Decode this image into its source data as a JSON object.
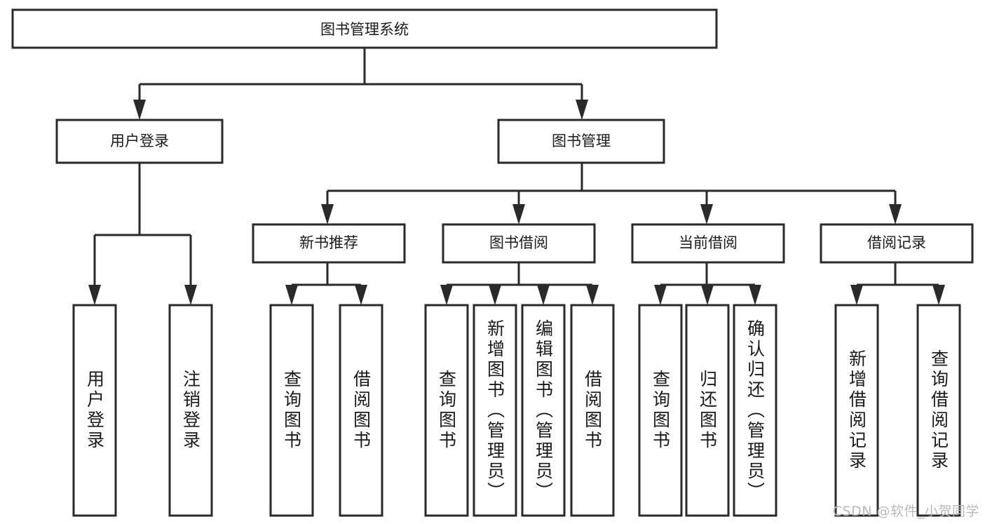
{
  "diagram": {
    "type": "tree",
    "title": "图书管理系统",
    "orientation": "top-down",
    "colors": {
      "box_stroke": "#2a2a2a",
      "box_fill": "#ffffff",
      "connector": "#2a2a2a",
      "text": "#1a1a1a",
      "watermark": "#b9b9b9",
      "background": "#ffffff"
    },
    "levels": {
      "root": {
        "label": "图书管理系统"
      },
      "level2": [
        {
          "id": "user-login",
          "label": "用户登录"
        },
        {
          "id": "book-management",
          "label": "图书管理"
        }
      ],
      "level3": [
        {
          "id": "new-book-recommend",
          "label": "新书推荐",
          "parent": "book-management"
        },
        {
          "id": "book-borrow",
          "label": "图书借阅",
          "parent": "book-management"
        },
        {
          "id": "current-borrow",
          "label": "当前借阅",
          "parent": "book-management"
        },
        {
          "id": "borrow-record",
          "label": "借阅记录",
          "parent": "book-management"
        }
      ],
      "leaves": [
        {
          "id": "leaf-user-login",
          "label": "用户登录",
          "parent": "user-login"
        },
        {
          "id": "leaf-logout-login",
          "label": "注销登录",
          "parent": "user-login"
        },
        {
          "id": "leaf-query-book-1",
          "label": "查询图书",
          "parent": "new-book-recommend"
        },
        {
          "id": "leaf-borrow-book-1",
          "label": "借阅图书",
          "parent": "new-book-recommend"
        },
        {
          "id": "leaf-query-book-2",
          "label": "查询图书",
          "parent": "book-borrow"
        },
        {
          "id": "leaf-add-book",
          "label": "新增图书（管理员）",
          "parent": "book-borrow"
        },
        {
          "id": "leaf-edit-book",
          "label": "编辑图书（管理员）",
          "parent": "book-borrow"
        },
        {
          "id": "leaf-borrow-book-2",
          "label": "借阅图书",
          "parent": "book-borrow"
        },
        {
          "id": "leaf-query-book-3",
          "label": "查询图书",
          "parent": "current-borrow"
        },
        {
          "id": "leaf-return-book",
          "label": "归还图书",
          "parent": "current-borrow"
        },
        {
          "id": "leaf-confirm-return",
          "label": "确认归还（管理员）",
          "parent": "current-borrow"
        },
        {
          "id": "leaf-add-record",
          "label": "新增借阅记录",
          "parent": "borrow-record"
        },
        {
          "id": "leaf-query-record",
          "label": "查询借阅记录",
          "parent": "borrow-record"
        }
      ]
    }
  },
  "watermark": {
    "text": "CSDN @软件_小贺同学"
  }
}
